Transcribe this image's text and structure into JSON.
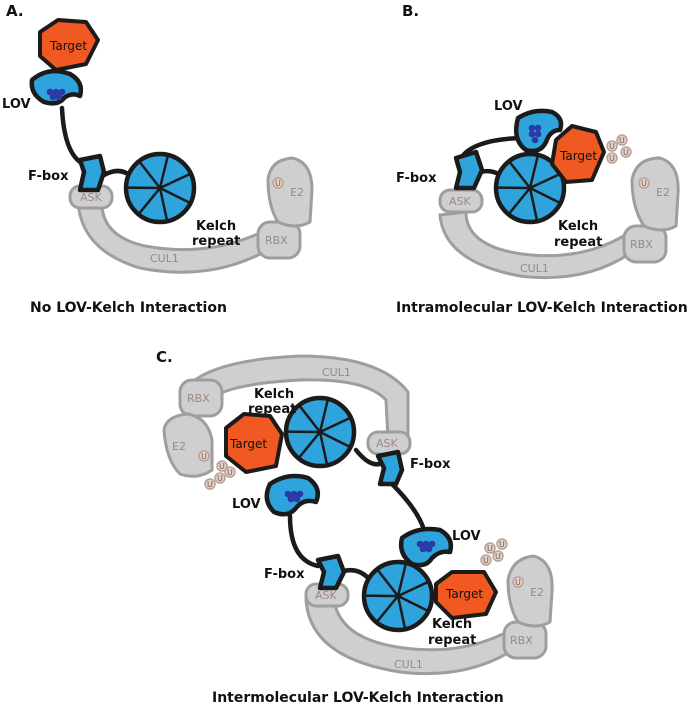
{
  "panels": {
    "a": {
      "letter": "A.",
      "caption": "No LOV-Kelch Interaction",
      "labels": {
        "target": "Target",
        "lov": "LOV",
        "fbox": "F-box",
        "kelch_line1": "Kelch",
        "kelch_line2": "repeat",
        "ask": "ASK",
        "cul1": "CUL1",
        "rbx": "RBX",
        "e2": "E2",
        "ub": "U"
      }
    },
    "b": {
      "letter": "B.",
      "caption": "Intramolecular LOV-Kelch Interaction",
      "labels": {
        "target": "Target",
        "lov": "LOV",
        "fbox": "F-box",
        "kelch_line1": "Kelch",
        "kelch_line2": "repeat",
        "ask": "ASK",
        "cul1": "CUL1",
        "rbx": "RBX",
        "e2": "E2",
        "ub": "U"
      }
    },
    "c": {
      "letter": "C.",
      "caption": "Intermolecular LOV-Kelch Interaction",
      "top": {
        "target": "Target",
        "lov": "LOV",
        "fbox": "F-box",
        "kelch_line1": "Kelch",
        "kelch_line2": "repeat",
        "ask": "ASK",
        "cul1": "CUL1",
        "rbx": "RBX",
        "e2": "E2",
        "ub": "U"
      },
      "bottom": {
        "target": "Target",
        "lov": "LOV",
        "fbox": "F-box",
        "kelch_line1": "Kelch",
        "kelch_line2": "repeat",
        "ask": "ASK",
        "cul1": "CUL1",
        "rbx": "RBX",
        "e2": "E2",
        "ub": "U"
      }
    }
  },
  "colors": {
    "lov_kelch_fbox": "#2ea3dc",
    "target": "#f05a22",
    "scaffold": "#cfcfcf",
    "scaffold_outline": "#9e9e9e",
    "fmn_dots": "#2a3aa6",
    "ubiquitin": "#e6d2c8"
  }
}
